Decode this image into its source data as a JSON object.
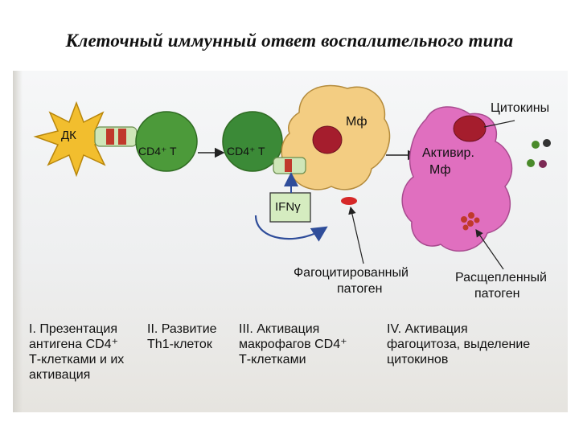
{
  "title": "Клеточный иммунный ответ воспалительного типа",
  "cells": {
    "dk": "ДК",
    "cd4_first": "CD4⁺ T",
    "cd4_second": "CD4⁺ T",
    "macrophage": "Мф",
    "activated_line1": "Активир.",
    "activated_line2": "Мф"
  },
  "labels": {
    "ifn": "IFNγ",
    "cytokines": "Цитокины",
    "phagocytosed_line1": "Фагоцитированный",
    "phagocytosed_line2": "патоген",
    "split_line1": "Расщепленный",
    "split_line2": "патоген"
  },
  "stages": [
    {
      "line1": "I. Презентация",
      "line2": "антигена CD4⁺",
      "line3": "Т-клетками и их",
      "line4": "активация"
    },
    {
      "line1": "II. Развитие",
      "line2": "Th1-клеток"
    },
    {
      "line1": "III. Активация",
      "line2": "макрофагов CD4⁺",
      "line3": "Т-клетками"
    },
    {
      "line1": "IV. Активация",
      "line2": "фагоцитоза, выделение",
      "line3": "цитокинов"
    }
  ],
  "colors": {
    "dk": "#f2be2e",
    "t_cell": "#4c9a3a",
    "t_cell_2": "#3b8a37",
    "macrophage": "#f3cd82",
    "activated": "#e06fbf",
    "nucleus": "#a51d2d",
    "receptor": "#cfe6b8",
    "ifn_box": "#d5ecc0",
    "arrow_blue": "#2f4d9a"
  }
}
